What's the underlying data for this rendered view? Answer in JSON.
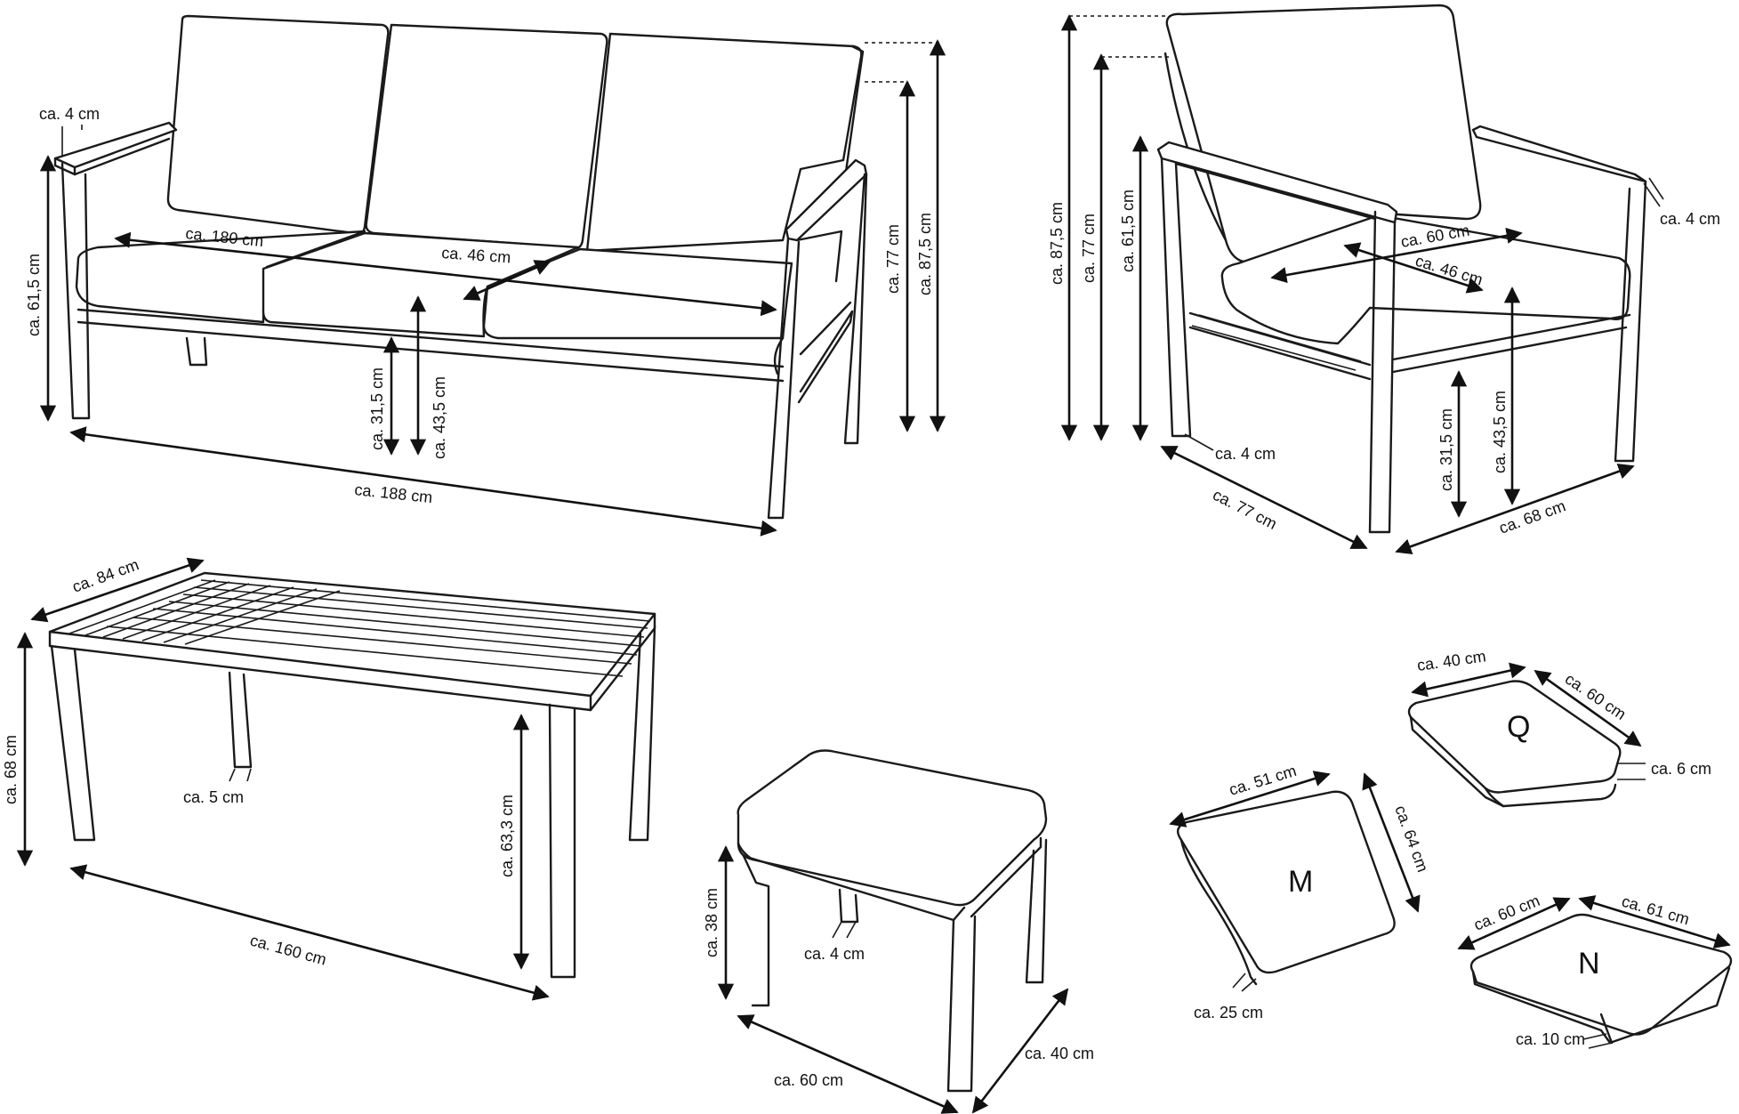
{
  "sofa": {
    "arm_thickness": "ca. 4 cm",
    "arm_height": "ca. 61,5 cm",
    "seat_width": "ca. 180 cm",
    "seat_depth": "ca. 46 cm",
    "total_width": "ca. 188 cm",
    "seat_height_low": "ca. 31,5 cm",
    "seat_height": "ca. 43,5 cm",
    "back_height": "ca. 77 cm",
    "total_height": "ca. 87,5 cm"
  },
  "armchair": {
    "total_height": "ca. 87,5 cm",
    "back_height": "ca. 77 cm",
    "arm_height": "ca. 61,5 cm",
    "arm_thickness": "ca. 4 cm",
    "seat_width": "ca. 60 cm",
    "seat_depth": "ca. 46 cm",
    "leg_thickness": "ca. 4 cm",
    "seat_height_low": "ca. 31,5 cm",
    "seat_height": "ca. 43,5 cm",
    "depth": "ca. 77 cm",
    "width": "ca. 68 cm"
  },
  "table": {
    "depth": "ca. 84 cm",
    "height": "ca. 68 cm",
    "leg_width": "ca. 5 cm",
    "inner_height": "ca. 63,3 cm",
    "length": "ca. 160 cm"
  },
  "stool": {
    "height": "ca. 38 cm",
    "leg_width": "ca. 4 cm",
    "width": "ca. 60 cm",
    "depth": "ca. 40 cm"
  },
  "cushion_q": {
    "letter": "Q",
    "width": "ca. 40 cm",
    "length": "ca. 60 cm",
    "thickness": "ca. 6 cm"
  },
  "cushion_m": {
    "letter": "M",
    "width": "ca. 51 cm",
    "height": "ca. 64 cm",
    "thickness": "ca. 25 cm"
  },
  "cushion_n": {
    "letter": "N",
    "width": "ca. 60 cm",
    "length": "ca. 61 cm",
    "thickness": "ca. 10 cm"
  }
}
